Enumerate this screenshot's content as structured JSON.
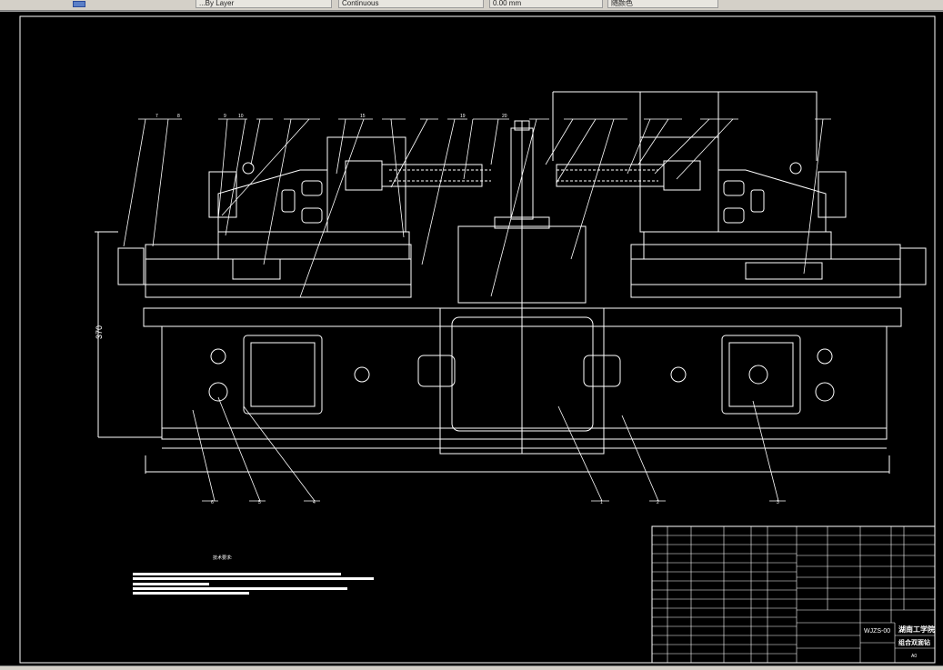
{
  "toolbar": {
    "tabs": [
      {
        "label": "...By Layer"
      },
      {
        "label": "Continuous"
      },
      {
        "label": "0.00 mm"
      },
      {
        "label": "随颜色"
      }
    ]
  },
  "drawing": {
    "dimension_height": "370",
    "part_labels_top": [
      "7",
      "8",
      "9",
      "10",
      "15",
      "19",
      "20"
    ],
    "part_labels_bottom": [
      "6",
      "5",
      "4",
      "1",
      "2",
      "3"
    ],
    "tech_req_title": "技术要求:",
    "title_block": {
      "drawing_code": "WJZS-00",
      "school": "湖南工学院",
      "drawing_name": "组合双面钻",
      "sheet_size": "A0"
    }
  },
  "colors": {
    "background": "#000000",
    "line": "#ffffff",
    "chrome": "#d4d0c8"
  }
}
